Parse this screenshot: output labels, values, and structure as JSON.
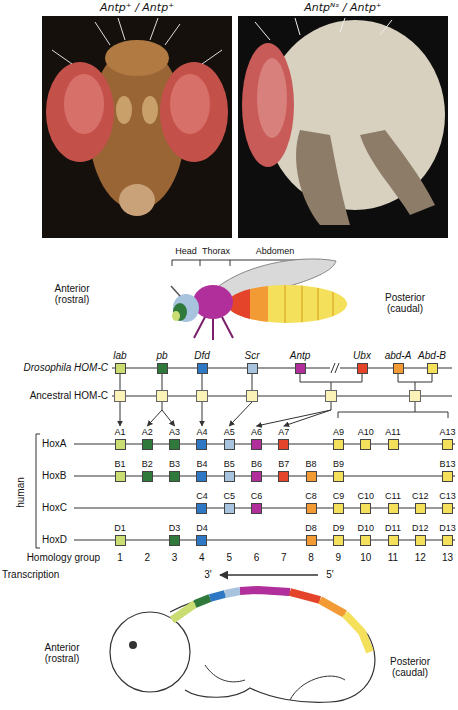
{
  "diagram": {
    "nodes": [
      {
        "text": [
          "lab"
        ]
      },
      {
        "text": [
          "pb"
        ]
      },
      {
        "text": [
          "Dfd"
        ]
      },
      {
        "text": [
          "Scr"
        ]
      },
      {
        "text": [
          "Antp"
        ]
      },
      {
        "text": [
          "Ubx"
        ]
      },
      {
        "text": [
          "abd-A"
        ]
      },
      {
        "text": [
          "Abd-B"
        ]
      },
      {
        "text": [
          "A1"
        ]
      },
      {
        "text": [
          "A2"
        ]
      },
      {
        "text": [
          "A3"
        ]
      },
      {
        "text": [
          "A4"
        ]
      },
      {
        "text": [
          "A5"
        ]
      },
      {
        "text": [
          "A6"
        ]
      },
      {
        "text": [
          "A7"
        ]
      },
      {
        "text": [
          "A9"
        ]
      },
      {
        "text": [
          "A10"
        ]
      },
      {
        "text": [
          "A11"
        ]
      },
      {
        "text": [
          "A13"
        ]
      },
      {
        "text": [
          "B1"
        ]
      },
      {
        "text": [
          "B2"
        ]
      },
      {
        "text": [
          "B3"
        ]
      },
      {
        "text": [
          "B4"
        ]
      },
      {
        "text": [
          "B5"
        ]
      },
      {
        "text": [
          "B6"
        ]
      },
      {
        "text": [
          "B7"
        ]
      },
      {
        "text": [
          "B8"
        ]
      },
      {
        "text": [
          "B9"
        ]
      },
      {
        "text": [
          "B13"
        ]
      },
      {
        "text": [
          "C4"
        ]
      },
      {
        "text": [
          "C5"
        ]
      },
      {
        "text": [
          "C6"
        ]
      },
      {
        "text": [
          "C8"
        ]
      },
      {
        "text": [
          "C9"
        ]
      },
      {
        "text": [
          "C10"
        ]
      },
      {
        "text": [
          "C11"
        ]
      },
      {
        "text": [
          "C12"
        ]
      },
      {
        "text": [
          "C13"
        ]
      },
      {
        "text": [
          "D1"
        ]
      },
      {
        "text": [
          "D3"
        ]
      },
      {
        "text": [
          "D4"
        ]
      },
      {
        "text": [
          "D8"
        ]
      },
      {
        "text": [
          "D9"
        ]
      },
      {
        "text": [
          "D10"
        ]
      },
      {
        "text": [
          "D11"
        ]
      },
      {
        "text": [
          "D12"
        ]
      },
      {
        "text": [
          "D13"
        ]
      }
    ],
    "labels": [
      "Antp⁺ / Antp⁺",
      "Antpᴺˢ / Antp⁺",
      "Head",
      "Thorax",
      "Abdomen",
      "Anterior (rostral)",
      "Posterior (caudal)",
      "Drosophila HOM-C",
      "Ancestral HOM-C",
      "human",
      "HoxA",
      "HoxB",
      "HoxC",
      "HoxD",
      "Homology group",
      "1",
      "2",
      "3",
      "4",
      "5",
      "6",
      "7",
      "8",
      "9",
      "10",
      "11",
      "12",
      "13",
      "Transcription",
      "3'",
      "5'",
      "Anterior (rostral)",
      "Posterior (caudal)"
    ]
  }
}
